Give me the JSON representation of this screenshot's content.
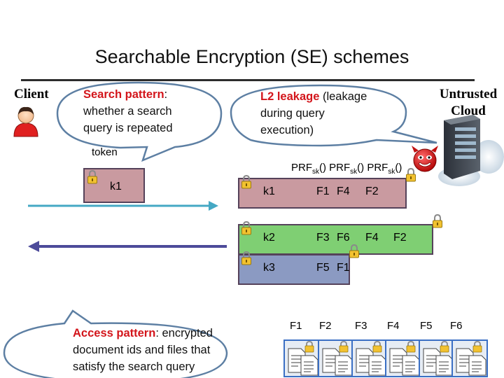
{
  "title": "Searchable Encryption (SE) schemes",
  "client_label": "Client",
  "cloud_label_line1": "Untrusted",
  "cloud_label_line2": "Cloud",
  "search_bubble": {
    "highlight": "Search pattern",
    "rest": ":",
    "line2": "whether a search",
    "line3": "query is repeated"
  },
  "l2_bubble": {
    "highlight": "L2 leakage",
    "rest": " (leakage",
    "line2": "during query",
    "line3": "execution)"
  },
  "access_bubble": {
    "highlight": "Access pattern",
    "rest": ": encrypted",
    "line2": "document ids and files that",
    "line3": "satisfy the search query"
  },
  "token_label": "token",
  "prf_label": {
    "prf": "PRF",
    "sub": "sk",
    "call": "()"
  },
  "query_key": "k1",
  "index_rows": [
    {
      "key": "k1",
      "files": [
        "F1",
        "F4",
        "F2"
      ],
      "color": "#c99aa0"
    },
    {
      "key": "k2",
      "files": [
        "F3",
        "F6",
        "F4",
        "F2"
      ],
      "color": "#7fcf73"
    },
    {
      "key": "k3",
      "files": [
        "F5",
        "F1"
      ],
      "color": "#8b9ac2"
    }
  ],
  "file_labels": [
    "F1",
    "F2",
    "F3",
    "F4",
    "F5",
    "F6"
  ],
  "colors": {
    "request_arrow": "#45a8c4",
    "response_arrow": "#4d4b9a",
    "highlight": "#d3151b",
    "divider": "#2c2c2c"
  }
}
